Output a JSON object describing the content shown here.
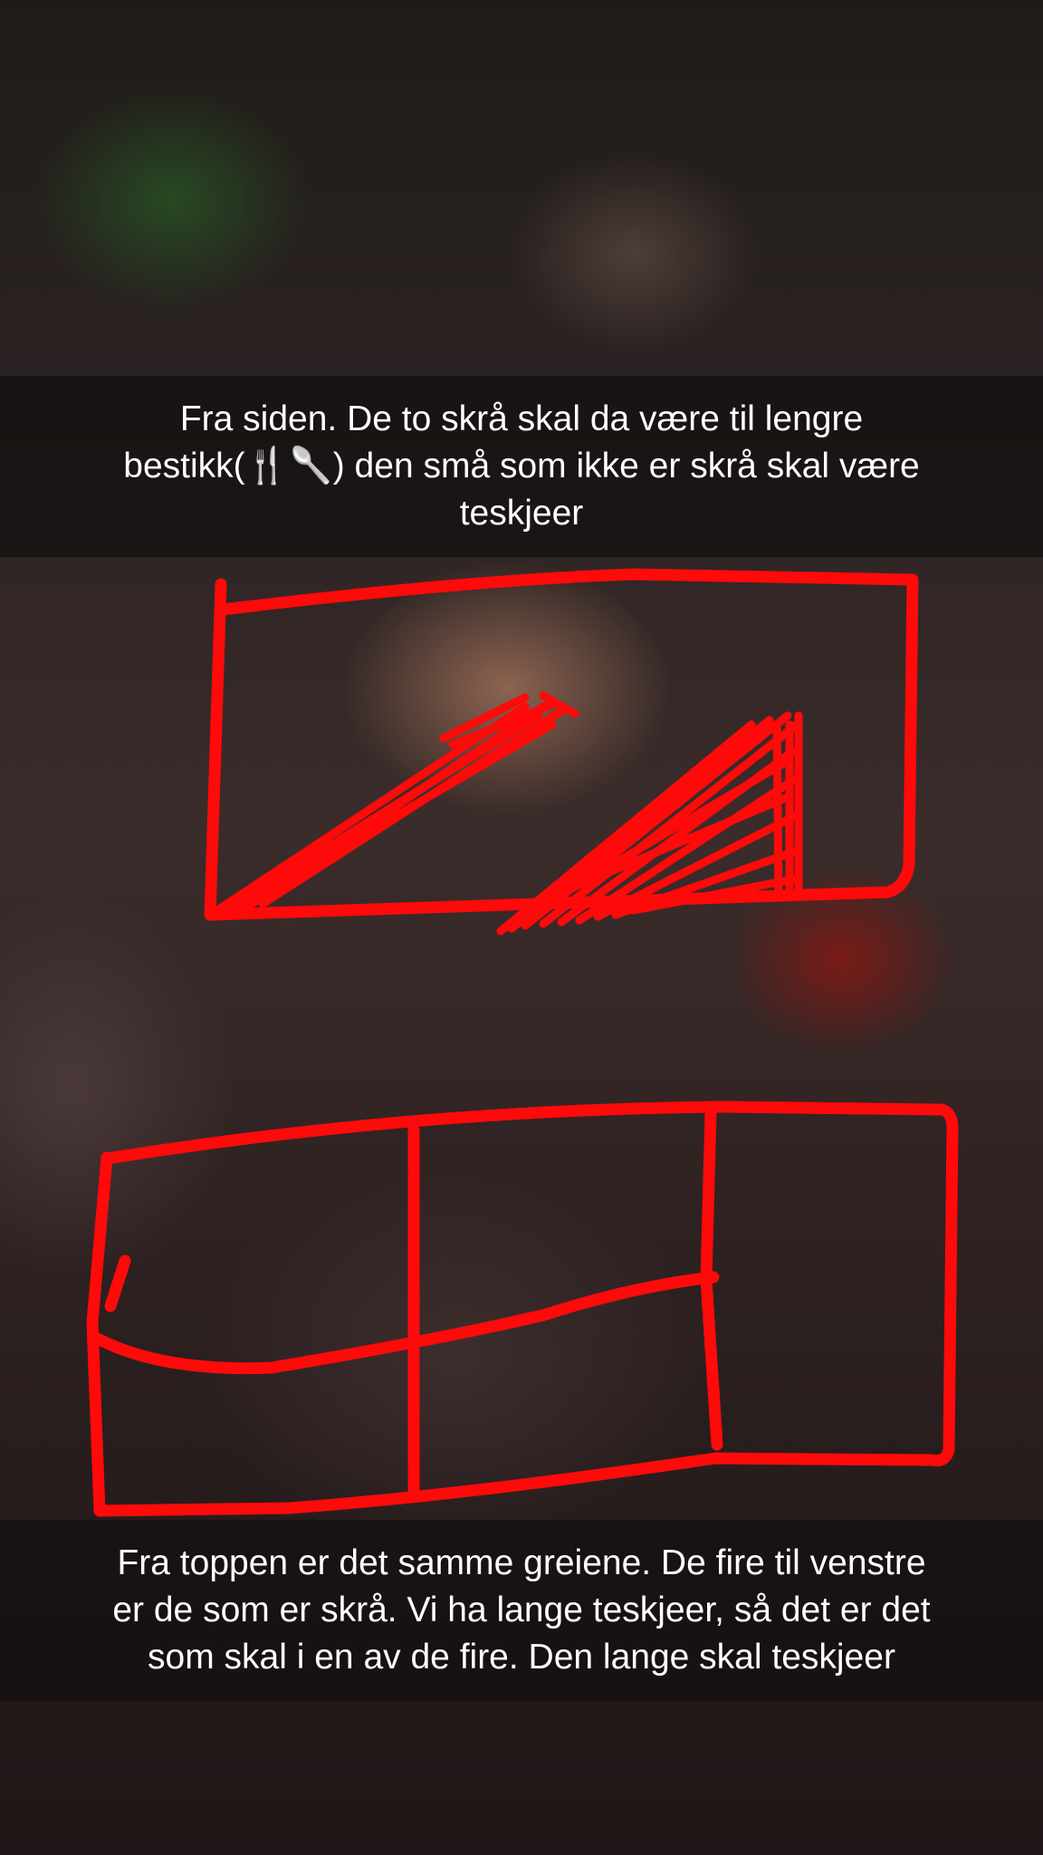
{
  "snap": {
    "background": "blurred dark photo",
    "drawing_color": "#ff0a0a",
    "captions": {
      "top": "Fra siden. De to skrå skal da være til lengre\nbestikk(🍴🥄) den små som ikke er skrå skal være\nteskjeer",
      "bottom": "Fra toppen er det samme greiene. De fire til venstre\ner de som er skrå. Vi ha lange teskjeer, så det er det\nsom skal i en av de fire. Den lange skal teskjeer"
    }
  }
}
